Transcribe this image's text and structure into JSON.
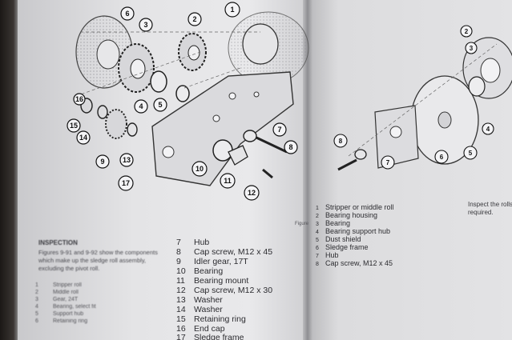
{
  "left_page": {
    "callouts": [
      "1",
      "2",
      "3",
      "4",
      "5",
      "6",
      "7",
      "8",
      "9",
      "10",
      "11",
      "12",
      "13",
      "14",
      "15",
      "16",
      "17"
    ],
    "inspection_heading": "INSPECTION",
    "inspection_text": "Figures 9-91 and 9-92 show the components which make up the sledge roll assembly, excluding the pivot roll.",
    "small_list": [
      {
        "n": "1",
        "label": "Stripper roll"
      },
      {
        "n": "2",
        "label": "Middle roll"
      },
      {
        "n": "3",
        "label": "Gear, 24T"
      },
      {
        "n": "4",
        "label": "Bearing, select fit"
      },
      {
        "n": "5",
        "label": "Support hub"
      },
      {
        "n": "6",
        "label": "Retaining ring"
      }
    ],
    "parts_list": [
      {
        "n": "7",
        "label": "Hub"
      },
      {
        "n": "8",
        "label": "Cap screw, M12 x 45"
      },
      {
        "n": "9",
        "label": "Idler gear, 17T"
      },
      {
        "n": "10",
        "label": "Bearing"
      },
      {
        "n": "11",
        "label": "Bearing mount"
      },
      {
        "n": "12",
        "label": "Cap screw, M12 x 30"
      },
      {
        "n": "13",
        "label": "Washer"
      },
      {
        "n": "14",
        "label": "Washer"
      },
      {
        "n": "15",
        "label": "Retaining ring"
      },
      {
        "n": "16",
        "label": "End cap"
      },
      {
        "n": "17",
        "label": "Sledge frame"
      }
    ],
    "figure_tag": "Figure"
  },
  "right_page": {
    "callouts": [
      "2",
      "3",
      "4",
      "5",
      "6",
      "7",
      "8"
    ],
    "parts_list": [
      {
        "n": "1",
        "label": "Stripper or middle roll"
      },
      {
        "n": "2",
        "label": "Bearing housing"
      },
      {
        "n": "3",
        "label": "Bearing"
      },
      {
        "n": "4",
        "label": "Bearing support hub"
      },
      {
        "n": "5",
        "label": "Dust shield"
      },
      {
        "n": "6",
        "label": "Sledge frame"
      },
      {
        "n": "7",
        "label": "Hub"
      },
      {
        "n": "8",
        "label": "Cap screw, M12 x 45"
      }
    ],
    "side_note_1": "Inspect the rolls",
    "side_note_2": "required."
  }
}
